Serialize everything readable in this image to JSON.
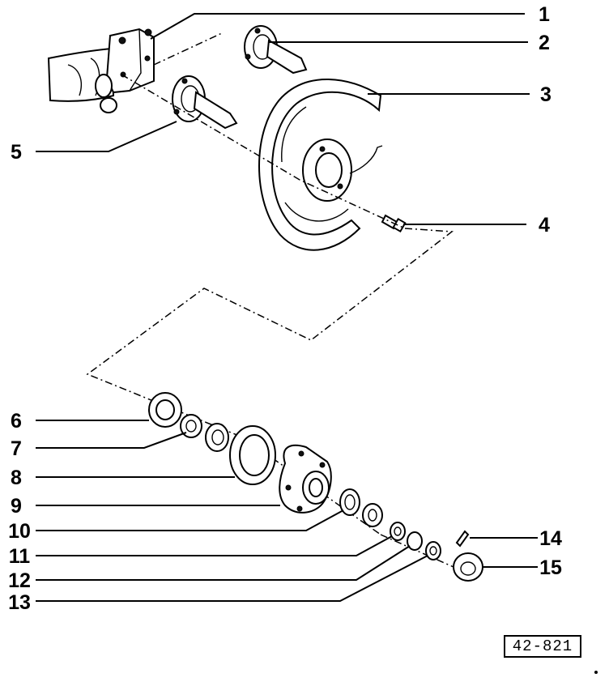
{
  "callouts": [
    {
      "id": "1",
      "label": "1"
    },
    {
      "id": "2",
      "label": "2"
    },
    {
      "id": "3",
      "label": "3"
    },
    {
      "id": "4",
      "label": "4"
    },
    {
      "id": "5",
      "label": "5"
    },
    {
      "id": "6",
      "label": "6"
    },
    {
      "id": "7",
      "label": "7"
    },
    {
      "id": "8",
      "label": "8"
    },
    {
      "id": "9",
      "label": "9"
    },
    {
      "id": "10",
      "label": "10"
    },
    {
      "id": "11",
      "label": "11"
    },
    {
      "id": "12",
      "label": "12"
    },
    {
      "id": "13",
      "label": "13"
    },
    {
      "id": "14",
      "label": "14"
    },
    {
      "id": "15",
      "label": "15"
    }
  ],
  "reference_code": "42-821"
}
